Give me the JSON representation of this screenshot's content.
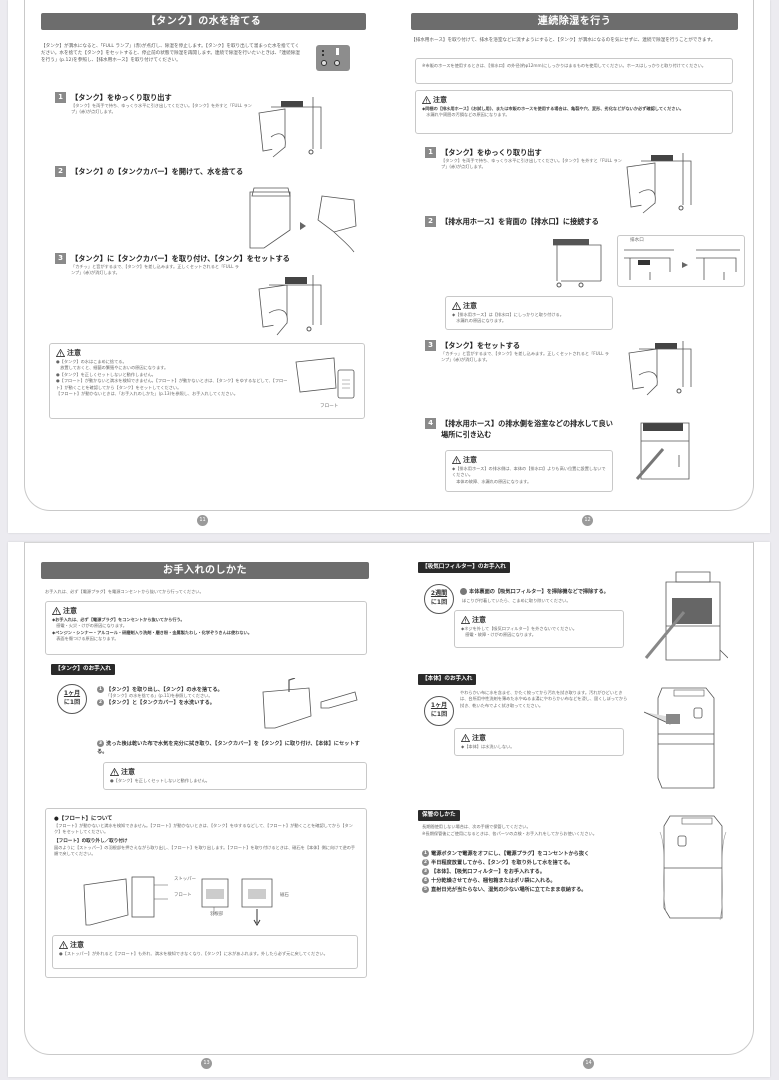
{
  "pages": {
    "p11": {
      "number": "11",
      "title": "【タンク】の水を捨てる",
      "intro": "【タンク】が満水になると、「FULL ランプ」(赤)が点灯し、除湿を停止します。【タンク】を取り出して溜まった水を捨ててください。水を捨てた【タンク】をセットすると、停止前の状態で除湿を再開します。連続で除湿を行いたいときは、「連続除湿を行う」(p.12)を参照し、【排水用ホース】を取り付けてください。",
      "steps": [
        {
          "num": "1",
          "title": "【タンク】をゆっくり取り出す",
          "text": "【タンク】を両手で持ち、ゆっくり水平に引き出してください。【タンク】を外すと「FULL ランプ」(赤)が点灯します。"
        },
        {
          "num": "2",
          "title": "【タンク】の【タンクカバー】を開けて、水を捨てる",
          "text": ""
        },
        {
          "num": "3",
          "title": "【タンク】に【タンクカバー】を取り付け、【タンク】をセットする",
          "text": "「カチッ」と音がするまで、【タンク】を差し込みます。正しくセットされると「FULL ランプ」(赤)が消灯します。"
        }
      ],
      "caution": {
        "heading": "注意",
        "items": [
          "●【タンク】の水はこまめに捨てる。",
          "　放置しておくと、細菌の繁殖やにおいの原因になります。",
          "●【タンク】を正しくセットしないと動作しません。",
          "●【フロート】が動かないと満水を検知できません。【フロート】が動かないときは、【タンク】をゆするなどして、【フロート】が動くことを確認してから【タンク】をセットしてください。",
          "【フロート】が動かないときは、「お手入れのしかた」(p.13)を参照し、お手入れしてください。"
        ],
        "figure_label": "フロート"
      }
    },
    "p12": {
      "number": "12",
      "title": "連続除湿を行う",
      "intro": "【排水用ホース】を取り付けて、排水を浴室などに流すようにすると、【タンク】が満水になるのを気にせずに、連続で除湿を行うことができます。",
      "note": "※市販のホースを使用するときは、【排水口】の外径(約φ12mm)にしっかりはまるものを使用してください。ホースはしっかりと取り付けてください。",
      "caution": {
        "heading": "注意",
        "items": [
          "◆同梱の【排水用ホース】(お試し用)、または市販のホースを使用する場合は、亀裂や穴、変形、劣化などがないか必ず確認してください。",
          "　水漏れや周囲の汚損などの原因になります。"
        ]
      },
      "steps": [
        {
          "num": "1",
          "title": "【タンク】をゆっくり取り出す",
          "text": "【タンク】を両手で持ち、ゆっくり水平に引き出してください。【タンク】を外すと「FULL ランプ」(赤)が点灯します。"
        },
        {
          "num": "2",
          "title": "【排水用ホース】を背面の【排水口】に接続する",
          "text": "",
          "figure_label": "排水口",
          "caution": {
            "heading": "注意",
            "items": [
              "◆【排水用ホース】は【排水口】にしっかりと取り付ける。",
              "　水漏れの原因になります。"
            ]
          }
        },
        {
          "num": "3",
          "title": "【タンク】をセットする",
          "text": "「カチッ」と音がするまで、【タンク】を差し込みます。正しくセットされると「FULL ランプ」(赤)が消灯します。"
        },
        {
          "num": "4",
          "title": "【排水用ホース】の排水側を浴室などの排水して良い場所に引き込む",
          "text": "",
          "caution": {
            "heading": "注意",
            "items": [
              "◆【排水用ホース】の排水側は、本体の【排水口】よりも高い位置に設置しないでください。",
              "　本体の故障、水漏れの原因になります。"
            ]
          }
        }
      ]
    },
    "p13": {
      "number": "13",
      "title": "お手入れのしかた",
      "intro": "お手入れは、必ず【電源プラグ】を電源コンセントから抜いてから行ってください。",
      "caution": {
        "heading": "注意",
        "items": [
          "◆お手入れは、必ず【電源プラグ】をコンセントから抜いてから行う。",
          "　感電・火災・けがの原因になります。",
          "◆ベンジン・シンナー・アルコール・研磨剤入り洗剤・磨き粉・金属製たわし・化学ぞうきんは使わない。",
          "　表面を傷つける原因になります。"
        ]
      },
      "tank_section": {
        "tag": "【タンク】のお手入れ",
        "frequency": {
          "line1": "1ヶ月",
          "line2": "に1回"
        },
        "steps": [
          {
            "num": "1",
            "text": "【タンク】を取り出し、【タンク】の水を捨てる。",
            "sub": "「【タンク】の水を捨てる」(p.11)を参照してください。"
          },
          {
            "num": "2",
            "text": "【タンク】と【タンクカバー】を水洗いする。",
            "sub": ""
          },
          {
            "num": "3",
            "text": "洗った後は乾いた布で水気を充分に拭き取り、【タンクカバー】を【タンク】に取り付け、【本体】にセットする。",
            "sub": ""
          }
        ],
        "caution": {
          "heading": "注意",
          "items": [
            "●【タンク】を正しくセットしないと動作しません。"
          ]
        }
      },
      "float_section": {
        "heading": "●【フロート】について",
        "text": "【フロート】が動かないと満水を検知できません。【フロート】が動かないときは、【タンク】をゆするなどして、【フロート】が動くことを確認してから【タンク】をセットしてください。",
        "subheading": "【フロート】の取り外し／取り付け",
        "subtext": "図のように【ストッパー】の羽根部を押さえながら取り出し、【フロート】を取り出します。【フロート】を取り付けるときは、磁石を【本体】側に向けて逆の手順で戻してください。",
        "labels": {
          "stopper": "ストッパー",
          "float": "フロート",
          "blade": "羽根部",
          "magnet": "磁石"
        },
        "caution": {
          "heading": "注意",
          "items": [
            "●【ストッパー】が外れると【フロート】も外れ、満水を検知できなくなり、【タンク】に水があふれます。外したら必ず元に戻してください。"
          ]
        }
      }
    },
    "p14": {
      "number": "14",
      "filter_section": {
        "tag": "【吸気口フィルター】のお手入れ",
        "frequency": {
          "line1": "2週間",
          "line2": "に1回"
        },
        "text": "本体裏面の【吸気口フィルター】を掃除機などで掃除する。",
        "sub": "ほこりが付着していたら、こまめに取り除いてください。",
        "caution": {
          "heading": "注意",
          "items": [
            "◆ネジを外して【吸気口フィルター】を外さないでください。",
            "　感電・故障・けがの原因になります。"
          ]
        }
      },
      "body_section": {
        "tag": "【本体】のお手入れ",
        "frequency": {
          "line1": "1ヶ月",
          "line2": "に1回"
        },
        "text": "やわらかい布に水を含ませ、かたく絞ってから汚れを拭き取ります。汚れがひどいときは、台所用中性洗剤を薄めた水やぬるま湯にやわらかい布などを浸し、固くしぼってから拭き、乾いた布でよく拭き取ってください。",
        "caution": {
          "heading": "注意",
          "items": [
            "◆【本体】は水洗いしない。"
          ]
        }
      },
      "storage_section": {
        "tag": "保管のしかた",
        "intro": "長期間使用しない場合は、次の手順で保管してください。",
        "note": "※長期保管後にご使用になるときは、各パーツの点検・お手入れをしてからお使いください。",
        "steps": [
          {
            "num": "1",
            "text": "電源ボタンで電源をオフにし、【電源プラグ】をコンセントから抜く"
          },
          {
            "num": "2",
            "text": "半日程度放置してから、【タンク】を取り外して水を捨てる。"
          },
          {
            "num": "3",
            "text": "【本体】、【吸気口フィルター】をお手入れする。"
          },
          {
            "num": "4",
            "text": "十分乾燥させてから、梱包箱またはポリ袋に入れる。"
          },
          {
            "num": "5",
            "text": "直射日光が当たらない、湿気の少ない場所に立てたまま収納する。"
          }
        ]
      }
    }
  },
  "colors": {
    "banner": "#6d6d6d",
    "tag": "#2a2a2a",
    "stepnum": "#8a8a8a",
    "border": "#c8c8c8",
    "background": "#ecebf0"
  }
}
